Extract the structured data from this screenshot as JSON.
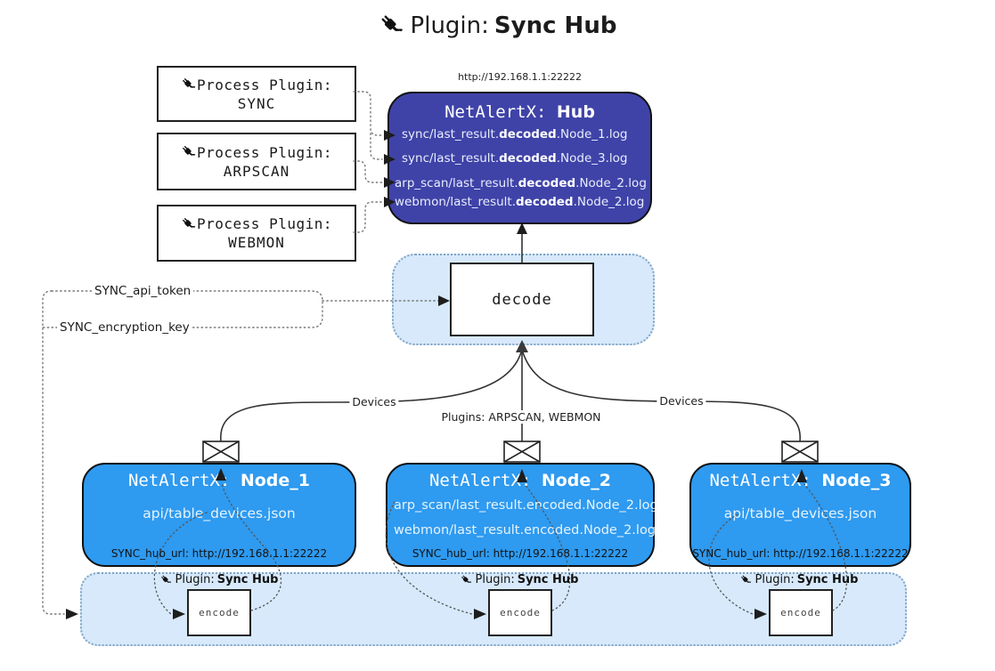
{
  "title": {
    "prefix": "Plugin:",
    "name": "Sync Hub"
  },
  "process_plugins": [
    {
      "label": "Process Plugin:",
      "name": "SYNC"
    },
    {
      "label": "Process Plugin:",
      "name": "ARPSCAN"
    },
    {
      "label": "Process Plugin:",
      "name": "WEBMON"
    }
  ],
  "hub": {
    "url": "http://192.168.1.1:22222",
    "title_prefix": "NetAlertX:",
    "title_name": "Hub",
    "logs": [
      {
        "pre": "sync/last_result.",
        "bold": "decoded",
        "post": ".Node_1.log"
      },
      {
        "pre": "sync/last_result.",
        "bold": "decoded",
        "post": ".Node_3.log"
      },
      {
        "pre": "arp_scan/last_result.",
        "bold": "decoded",
        "post": ".Node_2.log"
      },
      {
        "pre": "webmon/last_result.",
        "bold": "decoded",
        "post": ".Node_2.log"
      }
    ]
  },
  "decode_box": {
    "label": "decode"
  },
  "secrets": {
    "api_token": "SYNC_api_token",
    "encryption_key": "SYNC_encryption_key"
  },
  "edges": {
    "devices_left": "Devices",
    "devices_right": "Devices",
    "plugins_mid": "Plugins: ARPSCAN, WEBMON"
  },
  "nodes": [
    {
      "title_prefix": "NetAlertX:",
      "title_name": "Node_1",
      "files": [
        "api/table_devices.json"
      ],
      "hub_url": "SYNC_hub_url: http://192.168.1.1:22222"
    },
    {
      "title_prefix": "NetAlertX:",
      "title_name": "Node_2",
      "files": [
        "arp_scan/last_result.encoded.Node_2.log",
        "webmon/last_result.encoded.Node_2.log"
      ],
      "hub_url": "SYNC_hub_url: http://192.168.1.1:22222"
    },
    {
      "title_prefix": "NetAlertX:",
      "title_name": "Node_3",
      "files": [
        "api/table_devices.json"
      ],
      "hub_url": "SYNC_hub_url: http://192.168.1.1:22222"
    }
  ],
  "encode_strip": {
    "sections": [
      {
        "label_prefix": "Plugin:",
        "label_name": "Sync Hub",
        "box": "encode"
      },
      {
        "label_prefix": "Plugin:",
        "label_name": "Sync Hub",
        "box": "encode"
      },
      {
        "label_prefix": "Plugin:",
        "label_name": "Sync Hub",
        "box": "encode"
      }
    ]
  },
  "colors": {
    "hub-fill": "#3f43a8",
    "node-fill": "#2e9af0",
    "panel-fill": "#d7e9fb",
    "panel-border": "#7fa4c4"
  }
}
